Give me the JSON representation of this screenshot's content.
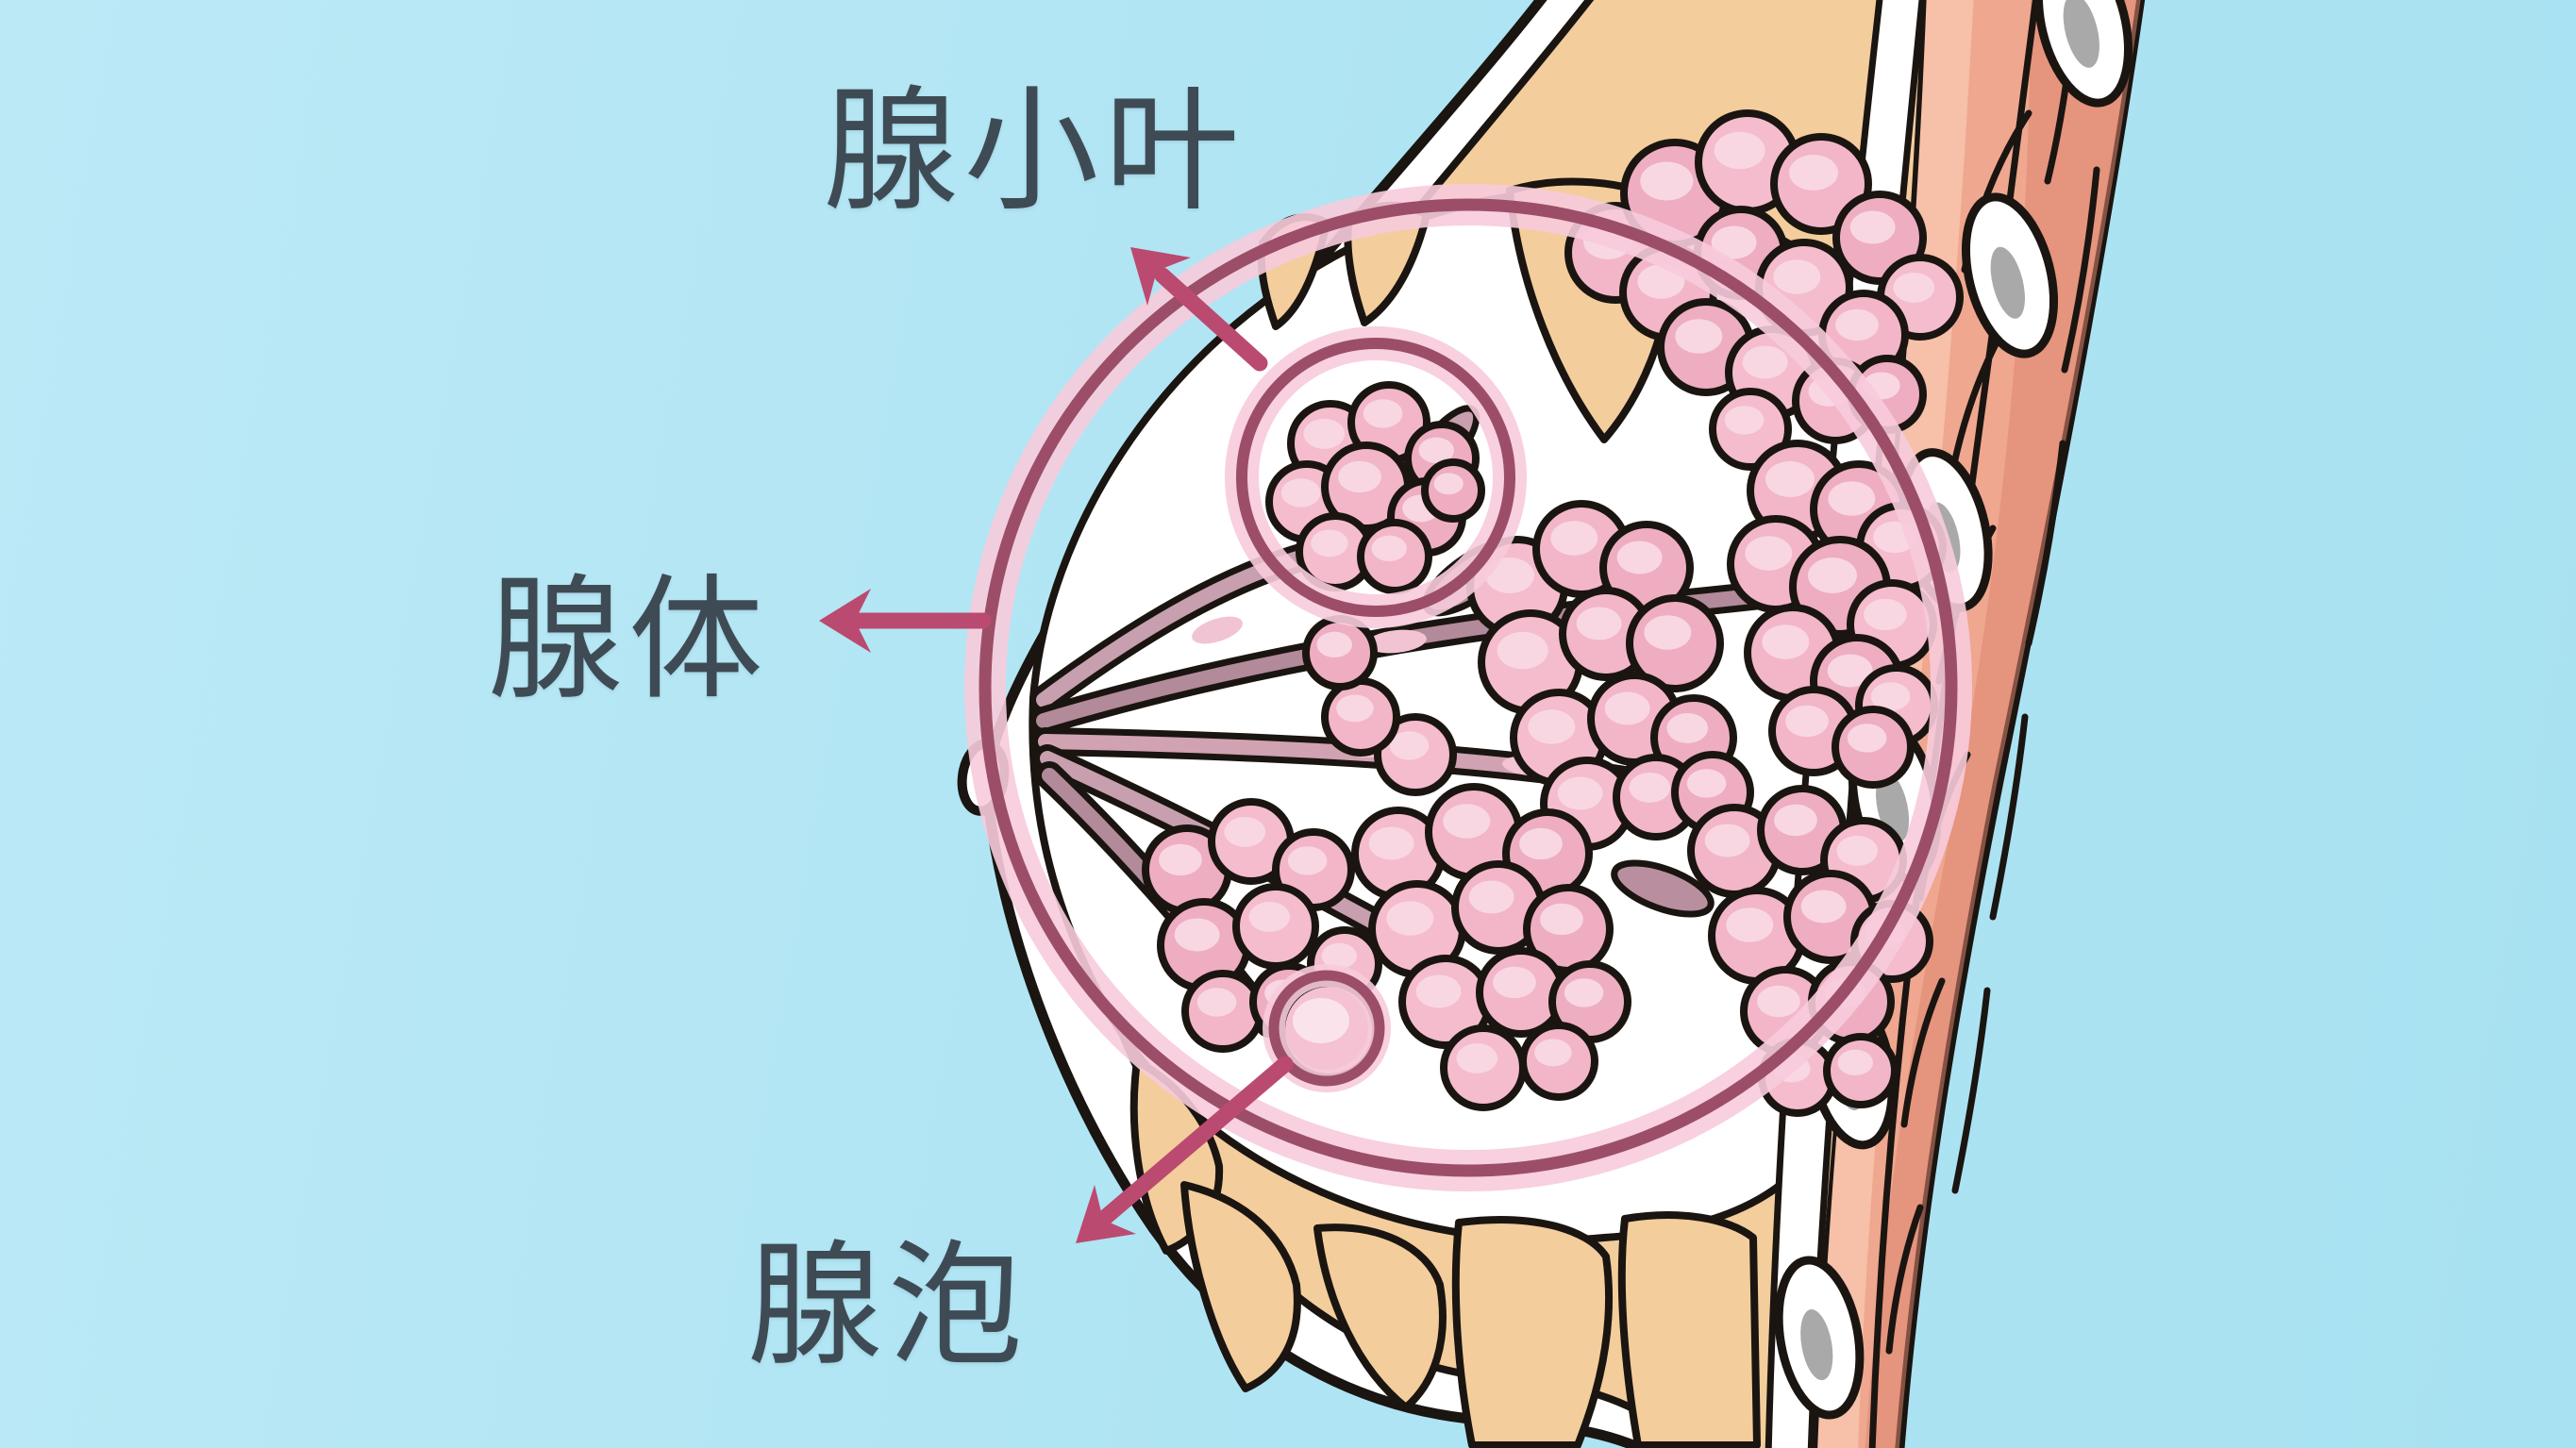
{
  "diagram": {
    "type": "anatomical-illustration",
    "subject": "breast glandular anatomy cross-section",
    "labels": {
      "lobule": "腺小叶",
      "gland": "腺体",
      "alveolus": "腺泡"
    },
    "annotations": [
      {
        "target": "small-circle-top",
        "label_key": "lobule"
      },
      {
        "target": "large-circle",
        "label_key": "gland"
      },
      {
        "target": "small-circle-bottom",
        "label_key": "alveolus"
      }
    ],
    "colors": {
      "background": "#aee4f3",
      "label_text": "#3f4b54",
      "arrow": "#bb4a70",
      "annotation_circle": "#9c4e68",
      "annotation_halo": "#f7cbdb",
      "alveoli_fill": "#f2b6c8",
      "alveoli_highlight": "#f8d7e2",
      "duct_fill": "#bf96a5",
      "fat_fill": "#f3cd9c",
      "muscle_fill": "#efa78f",
      "muscle_shade": "#dc8570",
      "rib_fill": "#ffffff",
      "rib_center": "#a9a9a9",
      "skin_band": "#ffffff",
      "outline": "#1a1511"
    }
  }
}
